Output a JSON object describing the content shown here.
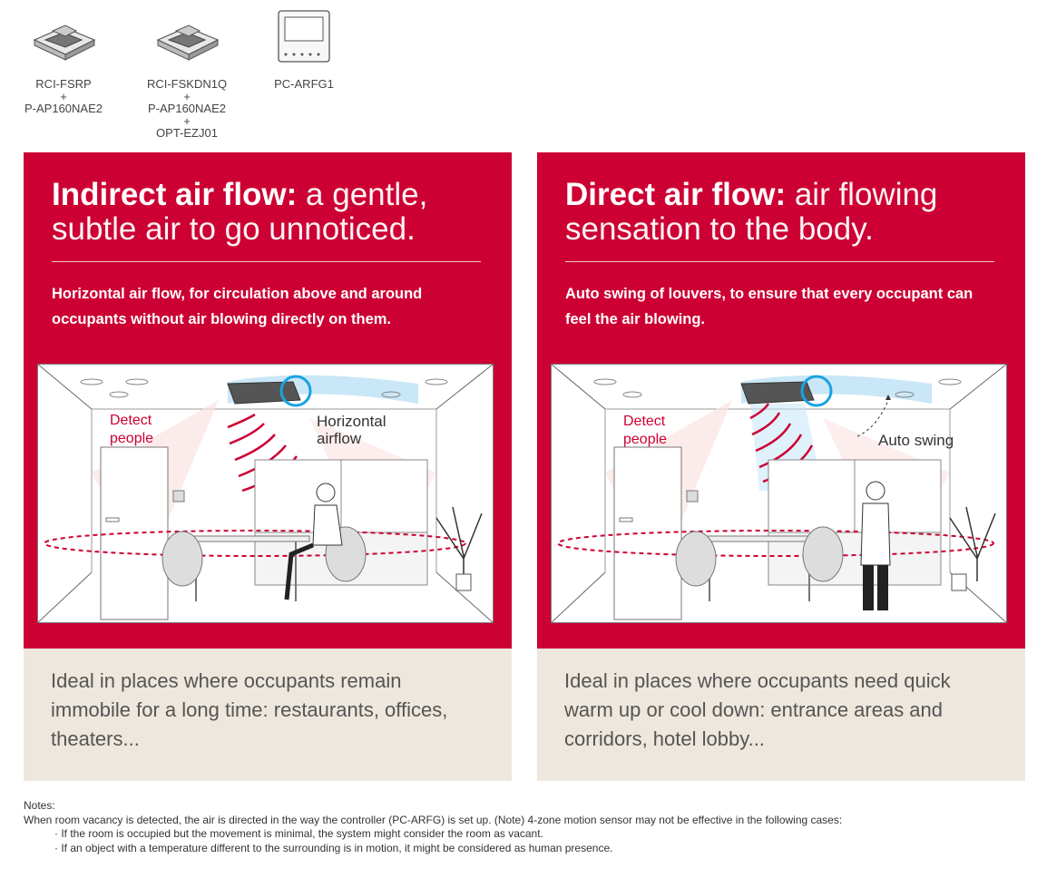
{
  "products": [
    {
      "icon": "cassette-unit-icon",
      "lines": [
        "RCI-FSRP",
        "+",
        "P-AP160NAE2"
      ]
    },
    {
      "icon": "cassette-unit-icon",
      "lines": [
        "RCI-FSKDN1Q",
        "+",
        "P-AP160NAE2",
        "+",
        "OPT-EZJ01"
      ]
    },
    {
      "icon": "remote-controller-icon",
      "lines": [
        "PC-ARFG1"
      ]
    }
  ],
  "panels": [
    {
      "heading_bold": "Indirect air flow:",
      "heading_rest": " a gentle, subtle air to go unnoticed.",
      "description": "Horizontal air flow, for circulation above and around occupants without air blowing directly on them.",
      "label_detect_line1": "Detect",
      "label_detect_line2": "people",
      "label_flow_line1": "Horizontal",
      "label_flow_line2": "airflow",
      "ideal": "Ideal in places where occupants remain immobile for a long time: restaurants, offices, theaters..."
    },
    {
      "heading_bold": "Direct air flow:",
      "heading_rest": " air flowing sensation to the body.",
      "description": "Auto swing of louvers, to ensure that every occupant can feel the air blowing.",
      "label_detect_line1": "Detect",
      "label_detect_line2": "people",
      "label_flow_line1": "Auto swing",
      "label_flow_line2": "",
      "ideal": "Ideal in places where occupants need quick warm up or cool down: entrance areas and corridors, hotel lobby..."
    }
  ],
  "notes": {
    "title": "Notes:",
    "line1": "When room vacancy is detected, the air is directed in the way the controller (PC-ARFG) is set up. (Note) 4-zone motion sensor may not be effective in the following cases:",
    "bullet1": "· If the room is occupied but the movement is minimal, the system might consider the room as vacant.",
    "bullet2": "· If an object with a temperature different to the surrounding is in motion, it might be considered as human presence."
  },
  "colors": {
    "brand_red": "#cc0033",
    "beige": "#ede7dd",
    "airflow_blue": "#bfe3f5",
    "sensor_ring": "#1aa3e0"
  }
}
